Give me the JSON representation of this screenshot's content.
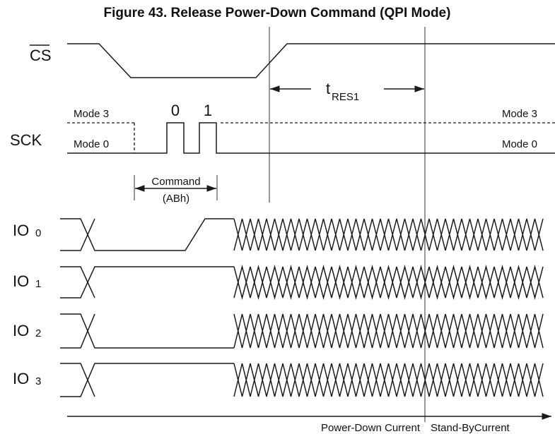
{
  "title": "Figure 43. Release Power-Down Command (QPI Mode)",
  "signals": {
    "cs": "CS",
    "sck": "SCK",
    "io0": "IO",
    "io0_sub": "0",
    "io1": "IO",
    "io1_sub": "1",
    "io2": "IO",
    "io2_sub": "2",
    "io3": "IO",
    "io3_sub": "3"
  },
  "sck_modes": {
    "mode3_left": "Mode 3",
    "mode0_left": "Mode 0",
    "mode3_right": "Mode 3",
    "mode0_right": "Mode 0"
  },
  "clock_bits": [
    "0",
    "1"
  ],
  "timing": {
    "t": "t",
    "sub": "RES1"
  },
  "command": {
    "label": "Command",
    "code": "(ABh)"
  },
  "currents": {
    "power_down": "Power-Down Current",
    "standby": "Stand-ByCurrent"
  }
}
